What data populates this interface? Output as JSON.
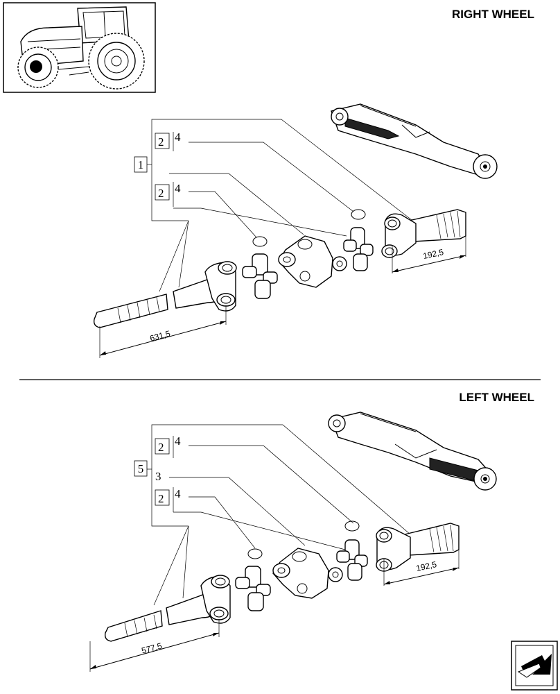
{
  "headings": {
    "right": "RIGHT WHEEL",
    "left": "LEFT WHEEL"
  },
  "right_section": {
    "refs": {
      "group": "1",
      "upper_qty": "2",
      "upper_part": "4",
      "lower_qty": "2",
      "lower_part": "4"
    },
    "dimensions": {
      "short_shaft": "192,5",
      "long_shaft": "631,5"
    }
  },
  "left_section": {
    "refs": {
      "group": "5",
      "sub_part": "3",
      "upper_qty": "2",
      "upper_part": "4",
      "lower_qty": "2",
      "lower_part": "4"
    },
    "dimensions": {
      "short_shaft": "192,5",
      "long_shaft": "577,5"
    }
  },
  "icons": {
    "thumbnail": "tractor-icon",
    "navigation": "next-page-arrow-icon"
  }
}
